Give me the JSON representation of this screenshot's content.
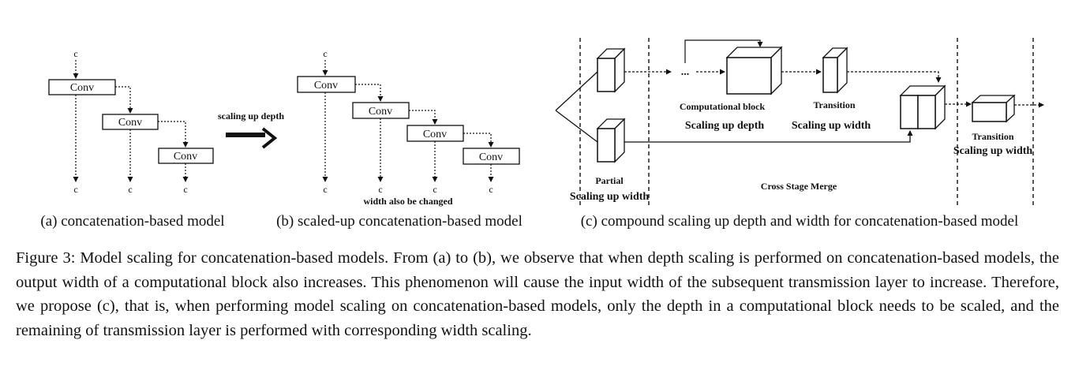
{
  "figure": {
    "panel_a": {
      "conv_labels": [
        "Conv",
        "Conv",
        "Conv"
      ],
      "input_label": "c",
      "output_labels": [
        "c",
        "c",
        "c"
      ],
      "caption": "(a) concatenation-based model"
    },
    "arrow_label": "scaling up depth",
    "panel_b": {
      "conv_labels": [
        "Conv",
        "Conv",
        "Conv",
        "Conv"
      ],
      "input_label": "c",
      "output_labels": [
        "c",
        "c",
        "c",
        "c"
      ],
      "note": "width also be changed",
      "caption": "(b) scaled-up concatenation-based model"
    },
    "panel_c": {
      "dots": "...",
      "computational_block": "Computational block",
      "scaling_depth": "Scaling up depth",
      "transition_1": "Transition",
      "scaling_width_1": "Scaling up width",
      "transition_2": "Transition",
      "scaling_width_2": "Scaling up width",
      "partial": "Partial",
      "partial_scaling": "Scaling up width",
      "cross_stage_merge": "Cross Stage Merge",
      "caption": "(c) compound scaling up depth and width for concatenation-based model"
    }
  },
  "caption": "Figure 3: Model scaling for concatenation-based models. From (a) to (b), we observe that when depth scaling is performed on concatenation-based models, the output width of a computational block also increases. This phenomenon will cause the input width of the subsequent transmission layer to increase. Therefore, we propose (c), that is, when performing model scaling on concatenation-based models, only the depth in a computational block needs to be scaled, and the remaining of transmission layer is performed with corresponding width scaling."
}
